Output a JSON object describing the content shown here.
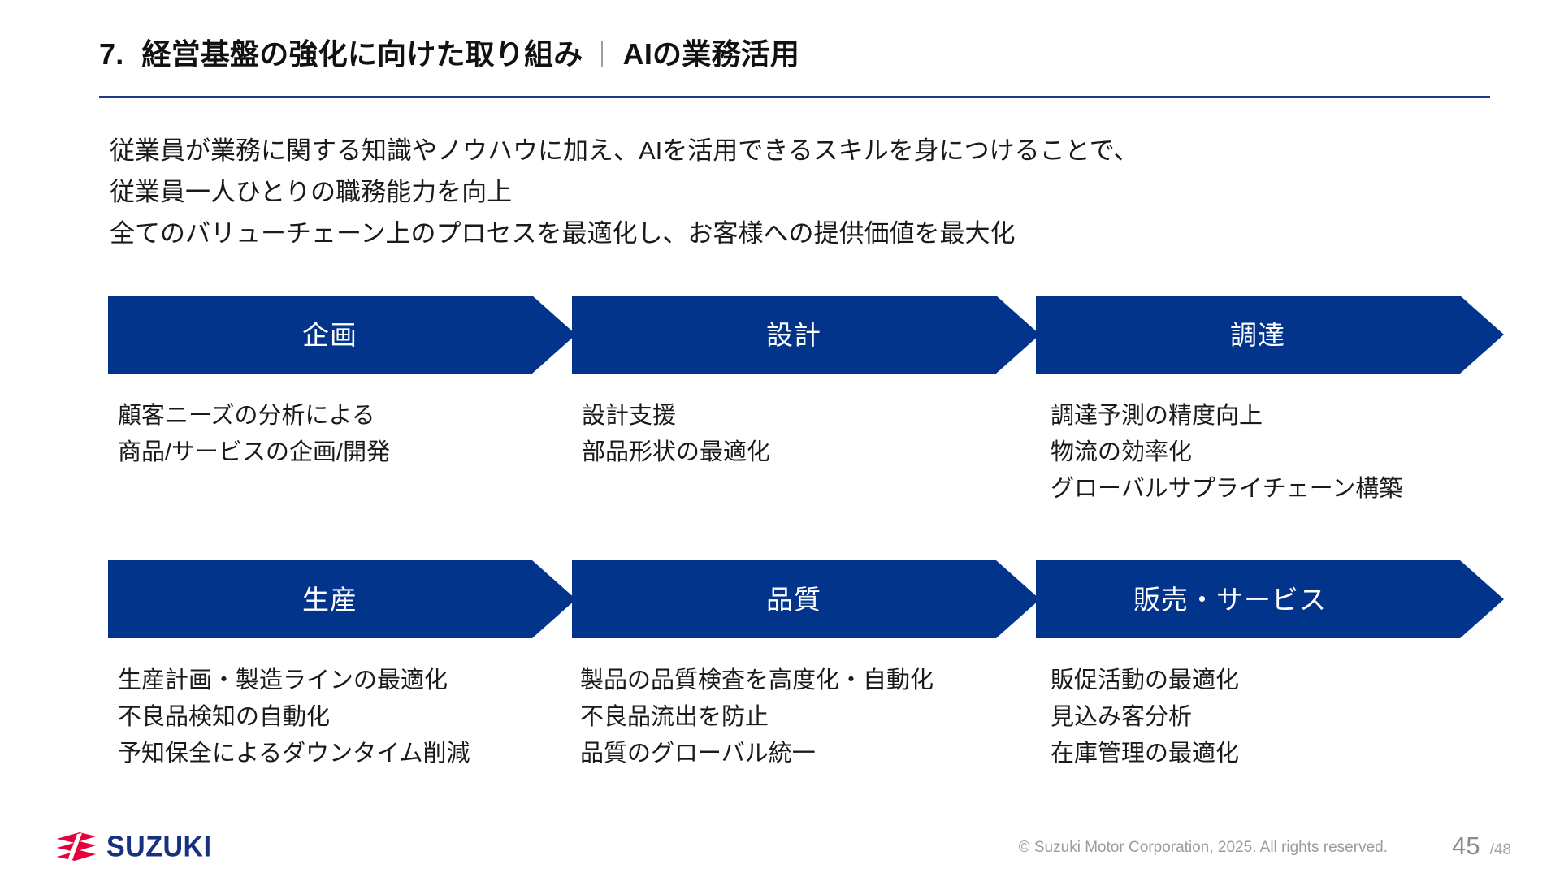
{
  "header": {
    "number": "7.",
    "title_main": "経営基盤の強化に向けた取り組み",
    "separator": "｜",
    "title_sub": "AIの業務活用",
    "rule_color": "#1b3d87"
  },
  "lead": {
    "line1": "従業員が業務に関する知識やノウハウに加え、AIを活用できるスキルを身につけることで、",
    "line2": "従業員一人ひとりの職務能力を向上",
    "line3": "全てのバリューチェーン上のプロセスを最適化し、お客様への提供価値を最大化"
  },
  "chevron_color": "#03348c",
  "stages": [
    {
      "label": "企画",
      "bullets": [
        "顧客ニーズの分析による",
        "商品/サービスの企画/開発"
      ]
    },
    {
      "label": "設計",
      "bullets": [
        "設計支援",
        "部品形状の最適化"
      ]
    },
    {
      "label": "調達",
      "bullets": [
        "調達予測の精度向上",
        "物流の効率化",
        "グローバルサプライチェーン構築"
      ]
    },
    {
      "label": "生産",
      "bullets": [
        "生産計画・製造ラインの最適化",
        "不良品検知の自動化",
        "予知保全によるダウンタイム削減"
      ]
    },
    {
      "label": "品質",
      "bullets": [
        "製品の品質検査を高度化・自動化",
        "不良品流出を防止",
        "品質のグローバル統一"
      ]
    },
    {
      "label": "販売・サービス",
      "bullets": [
        "販促活動の最適化",
        "見込み客分析",
        "在庫管理の最適化"
      ]
    }
  ],
  "footer": {
    "logo_text": "SUZUKI",
    "logo_mark_color": "#e4003a",
    "logo_word_color": "#17317f",
    "copyright": "© Suzuki Motor Corporation, 2025. All rights reserved.",
    "page_current": "45",
    "page_total": "/48"
  }
}
